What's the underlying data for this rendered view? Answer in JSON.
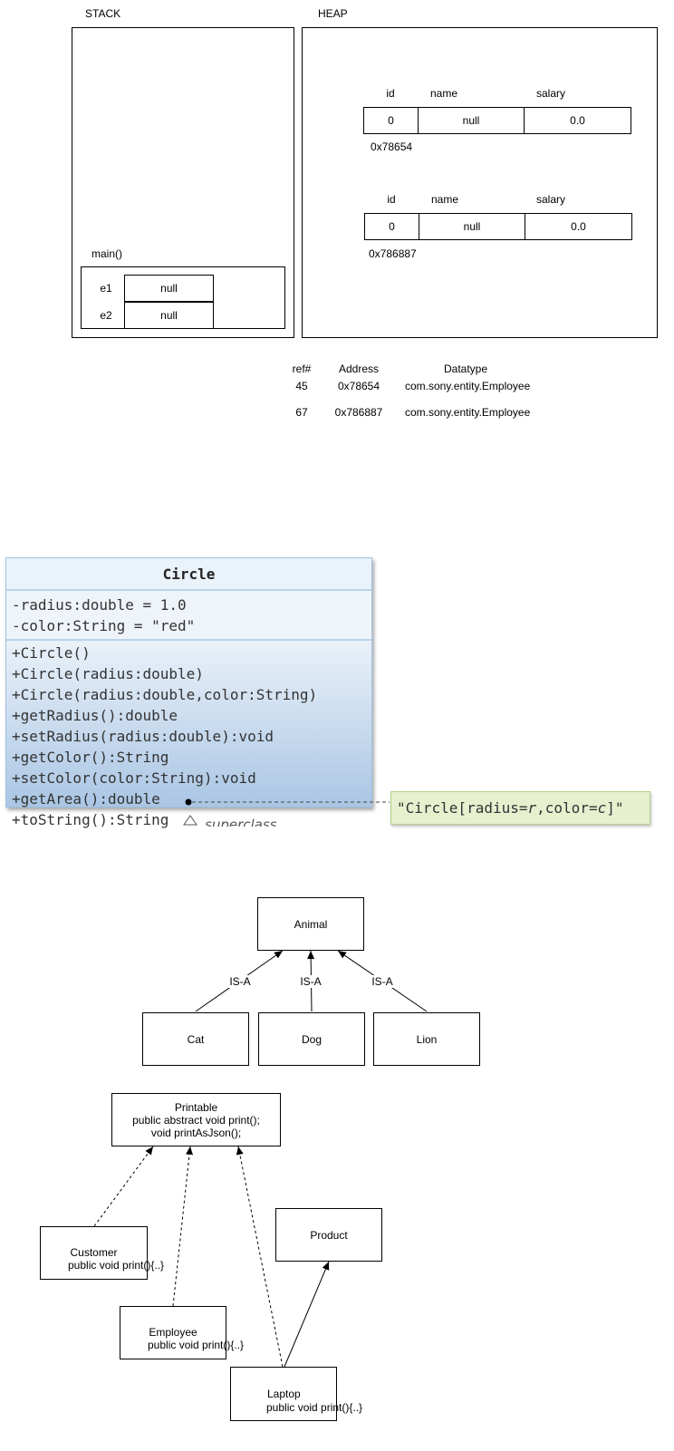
{
  "memory": {
    "stack_label": "STACK",
    "heap_label": "HEAP",
    "main_label": "main()",
    "stack_vars": [
      {
        "name": "e1",
        "value": "null"
      },
      {
        "name": "e2",
        "value": "null"
      }
    ],
    "heap_objects": [
      {
        "headers": [
          "id",
          "name",
          "salary"
        ],
        "values": [
          "0",
          "null",
          "0.0"
        ],
        "address": "0x78654"
      },
      {
        "headers": [
          "id",
          "name",
          "salary"
        ],
        "values": [
          "0",
          "null",
          "0.0"
        ],
        "address": "0x786887"
      }
    ],
    "ref_table": {
      "headers": [
        "ref#",
        "Address",
        "Datatype"
      ],
      "rows": [
        [
          "45",
          "0x78654",
          "com.sony.entity.Employee"
        ],
        [
          "67",
          "0x786887",
          "com.sony.entity.Employee"
        ]
      ]
    }
  },
  "uml": {
    "class_name": "Circle",
    "attributes": [
      "-radius:double = 1.0",
      "-color:String = \"red\""
    ],
    "operations": [
      "+Circle()",
      "+Circle(radius:double)",
      "+Circle(radius:double,color:String)",
      "+getRadius():double",
      "+setRadius(radius:double):void",
      "+getColor():String",
      "+setColor(color:String):void",
      "+getArea():double",
      "+toString():String"
    ],
    "note_prefix": "\"Circle[radius=",
    "note_r": "r",
    "note_mid": ",color=",
    "note_c": "c",
    "note_suffix": "]\"",
    "cut_label": "superclass"
  },
  "inheritance": {
    "parent": "Animal",
    "children": [
      "Cat",
      "Dog",
      "Lion"
    ],
    "edge_label": "IS-A"
  },
  "interface_diagram": {
    "printable": [
      "Printable",
      "public abstract void print();",
      "void printAsJson();"
    ],
    "customer": [
      "Customer",
      "public void print(){..}"
    ],
    "employee": [
      "Employee",
      "public void print(){..}"
    ],
    "laptop": [
      "Laptop",
      "public void print(){..}"
    ],
    "product": "Product"
  }
}
